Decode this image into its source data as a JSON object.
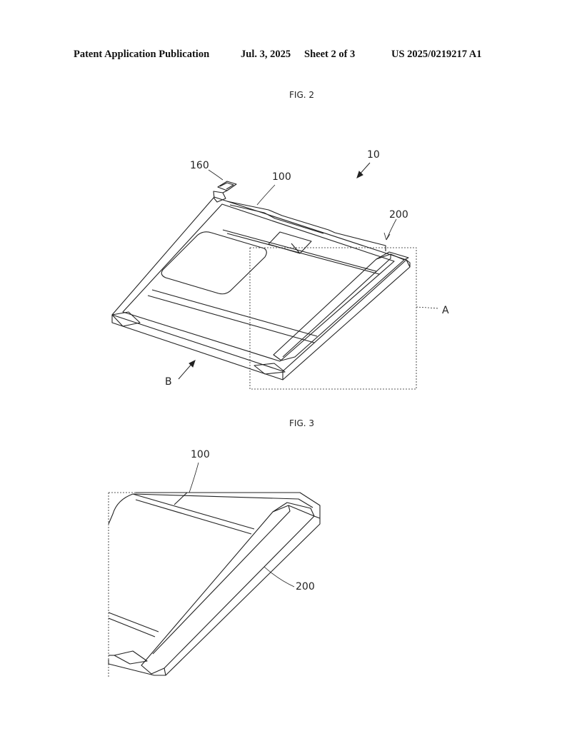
{
  "header": {
    "publication_type": "Patent Application Publication",
    "date": "Jul. 3, 2025",
    "sheet": "Sheet 2 of 3",
    "publication_number": "US 2025/0219217 A1"
  },
  "figure2": {
    "label": "FIG. 2",
    "refs": {
      "device": "10",
      "connector": "160",
      "cell": "100",
      "frame": "200",
      "detail": "A",
      "view": "B"
    }
  },
  "figure3": {
    "label": "FIG. 3",
    "refs": {
      "cell": "100",
      "frame": "200"
    }
  }
}
